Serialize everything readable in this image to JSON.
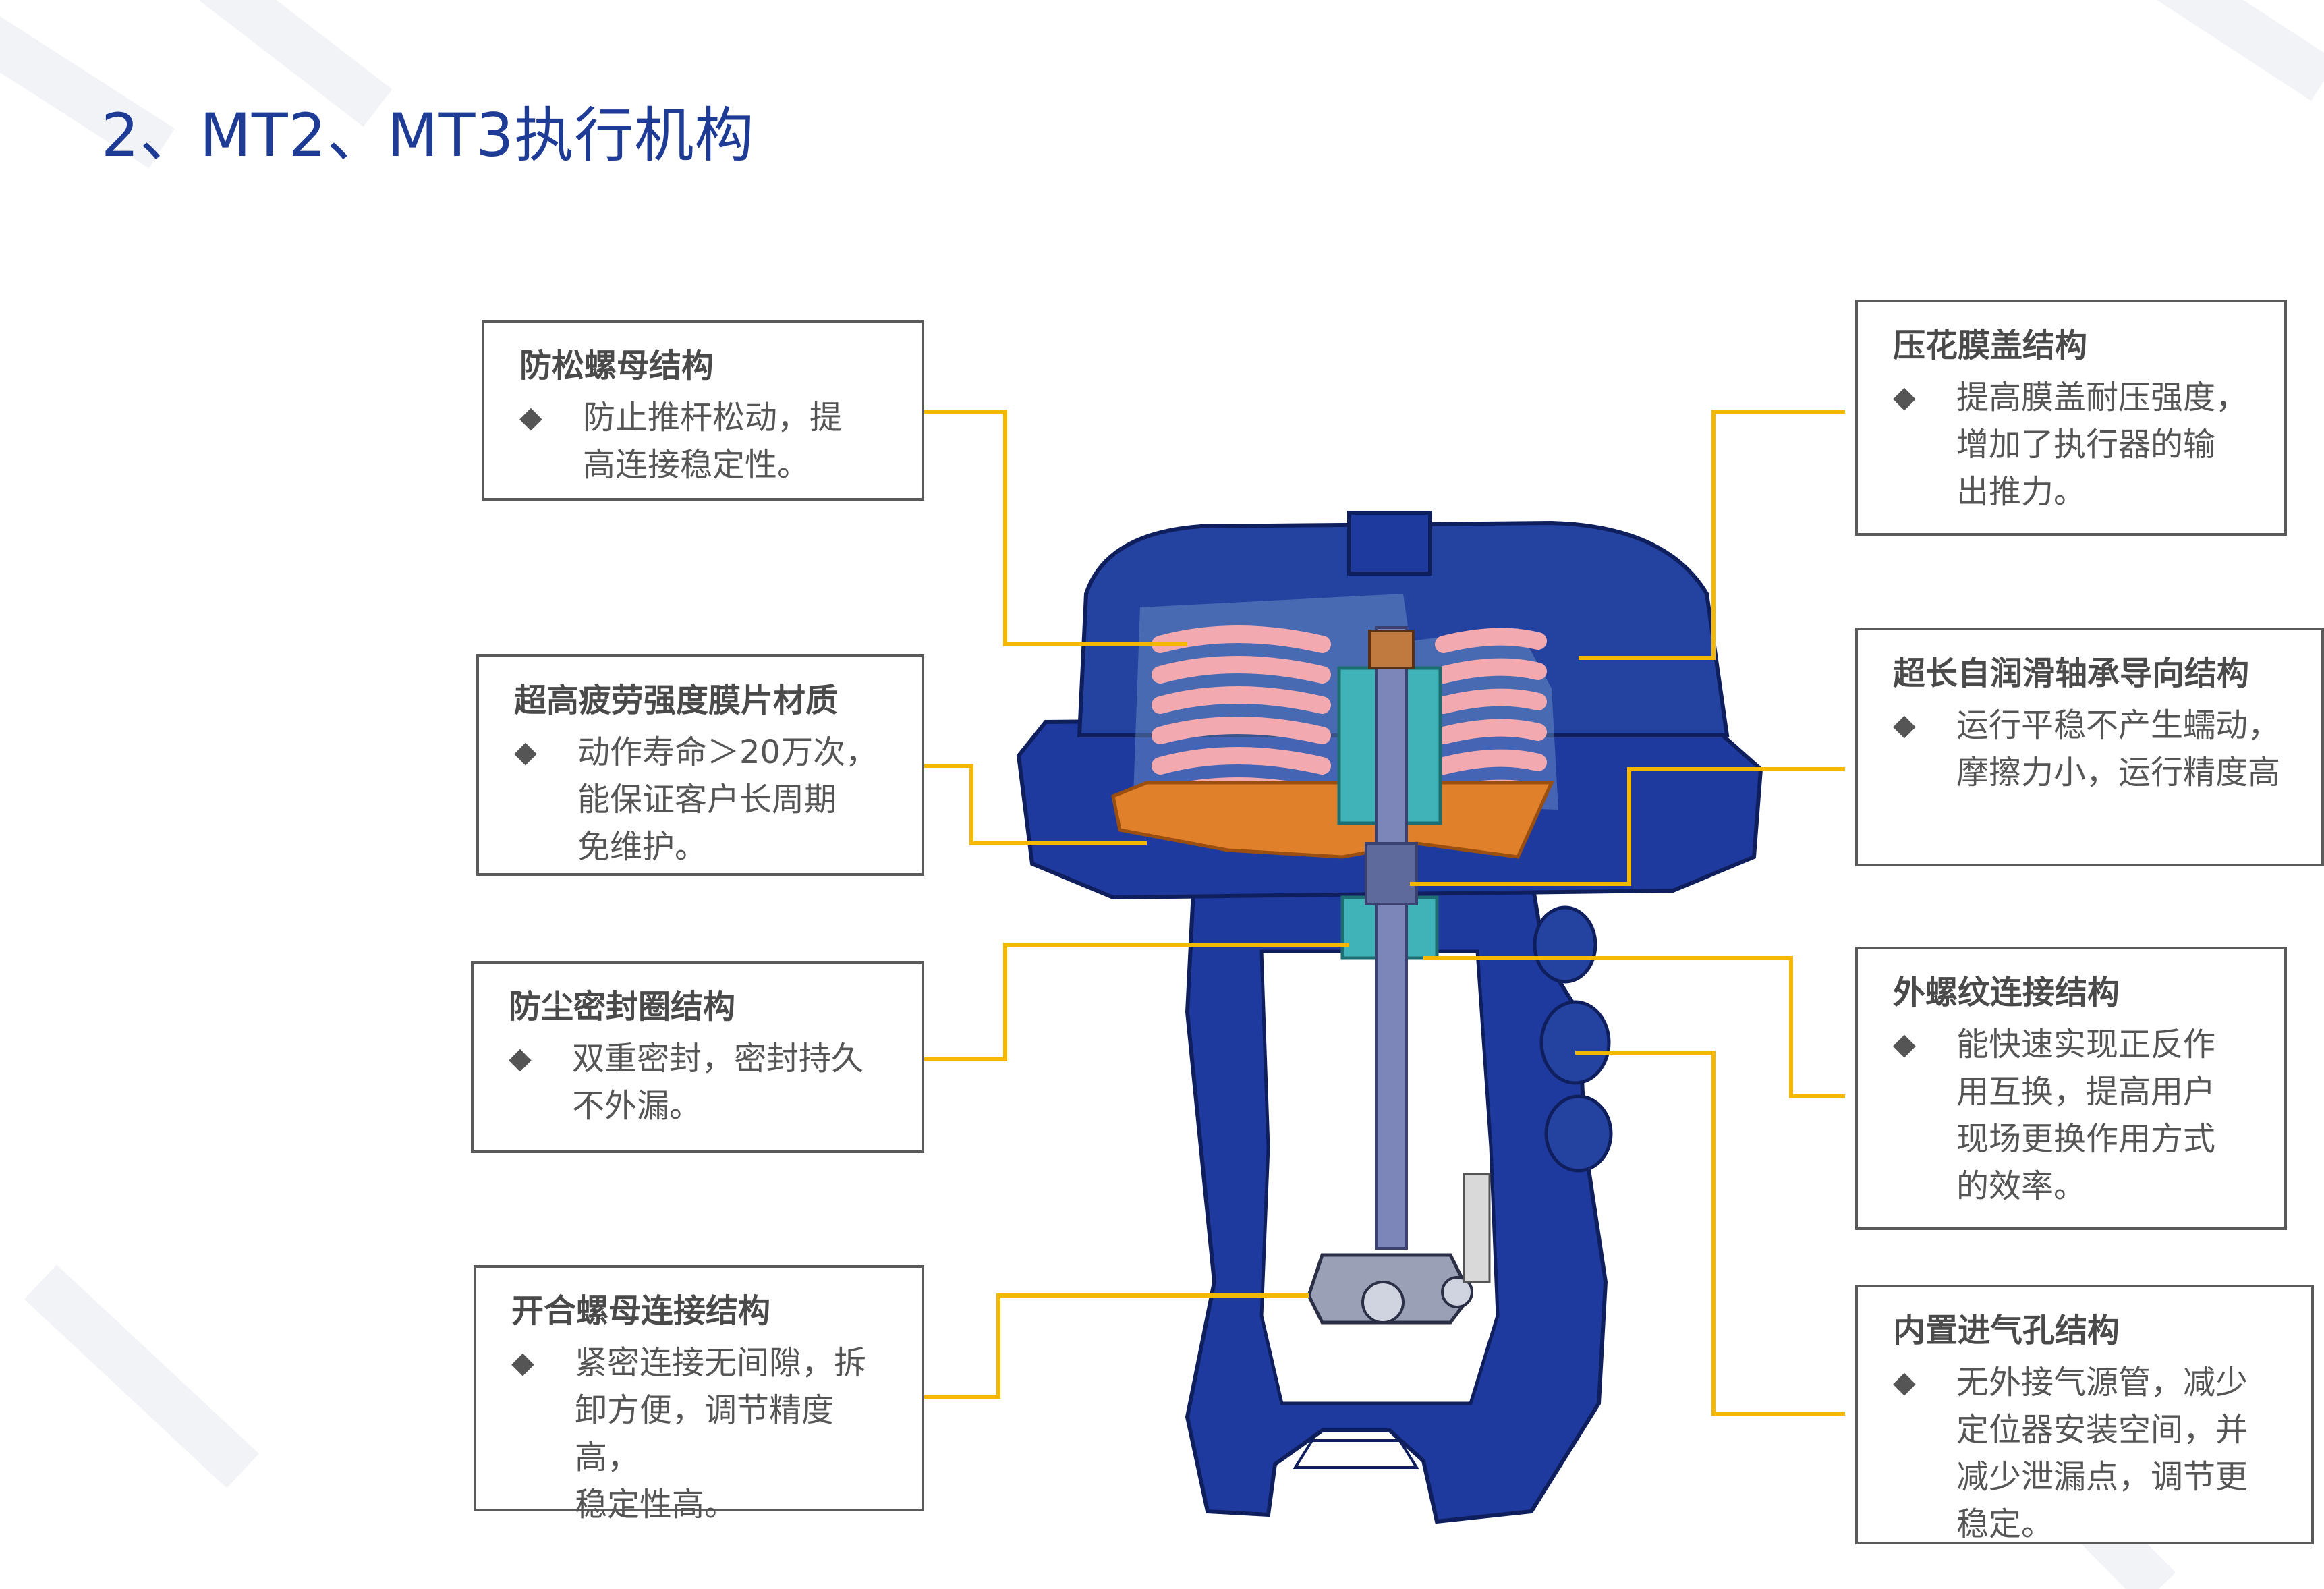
{
  "title": "2、MT2、MT3执行机构",
  "bullet_icon": "diamond-bullet-icon",
  "colors": {
    "title": "#1e3b96",
    "leader": "#f5b800",
    "body": "#1f3a9e",
    "spring": "#f2a9b0",
    "plate": "#e0802a",
    "guide": "#3fb3b8"
  },
  "callouts_left": [
    {
      "heading": "防松螺母结构",
      "lines": [
        "防止推杆松动，提",
        "高连接稳定性。"
      ]
    },
    {
      "heading": "超高疲劳强度膜片材质",
      "lines": [
        "动作寿命＞20万次，",
        "能保证客户长周期",
        "免维护。"
      ]
    },
    {
      "heading": "防尘密封圈结构",
      "lines": [
        "双重密封，密封持久",
        "不外漏。"
      ]
    },
    {
      "heading": "开合螺母连接结构",
      "lines": [
        "紧密连接无间隙，拆",
        "卸方便，调节精度高，",
        "稳定性高。"
      ]
    }
  ],
  "callouts_right": [
    {
      "heading": "压花膜盖结构",
      "lines": [
        "提高膜盖耐压强度，",
        "增加了执行器的输",
        "出推力。"
      ]
    },
    {
      "heading": "超长自润滑轴承导向结构",
      "lines": [
        "运行平稳不产生蠕动，",
        "摩擦力小，运行精度高"
      ]
    },
    {
      "heading": "外螺纹连接结构",
      "lines": [
        "能快速实现正反作",
        "用互换，提高用户",
        "现场更换作用方式",
        "的效率。"
      ]
    },
    {
      "heading": "内置进气孔结构",
      "lines": [
        "无外接气源管，减少",
        "定位器安装空间，并",
        "减少泄漏点，调节更",
        "稳定。"
      ]
    }
  ]
}
